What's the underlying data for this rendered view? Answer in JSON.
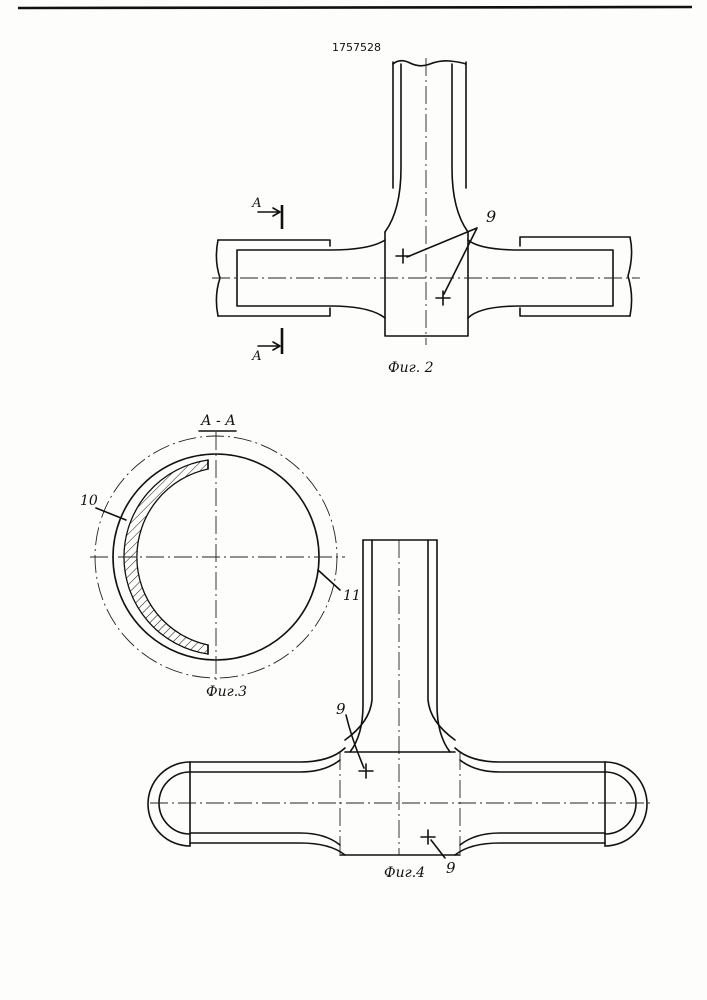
{
  "patent_number": "1757528",
  "section_marker": "А",
  "section_title": "А - А",
  "labels": {
    "part_9": "9",
    "part_10": "10",
    "part_11": "11"
  },
  "figures": {
    "fig2": "Фиг. 2",
    "fig3": "Фиг.3",
    "fig4": "Фиг.4"
  }
}
